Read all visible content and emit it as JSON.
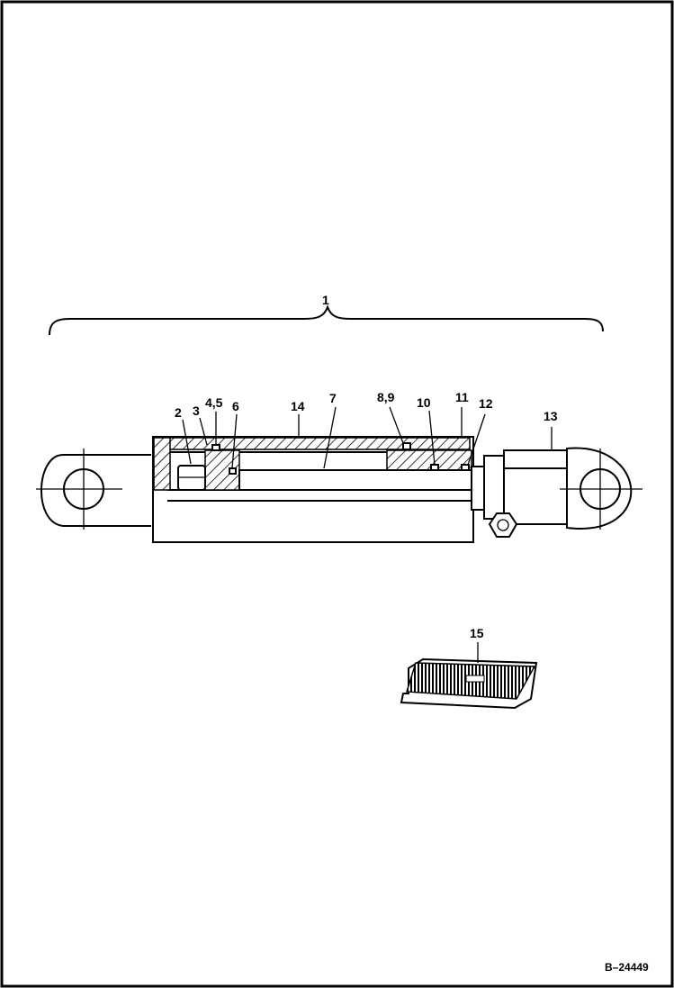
{
  "diagram": {
    "labels": {
      "l1": "1",
      "l2": "2",
      "l3": "3",
      "l45": "4,5",
      "l6": "6",
      "l7": "7",
      "l89": "8,9",
      "l10": "10",
      "l11": "11",
      "l12": "12",
      "l13": "13",
      "l14": "14",
      "l15": "15"
    },
    "reference": "B–24449"
  }
}
